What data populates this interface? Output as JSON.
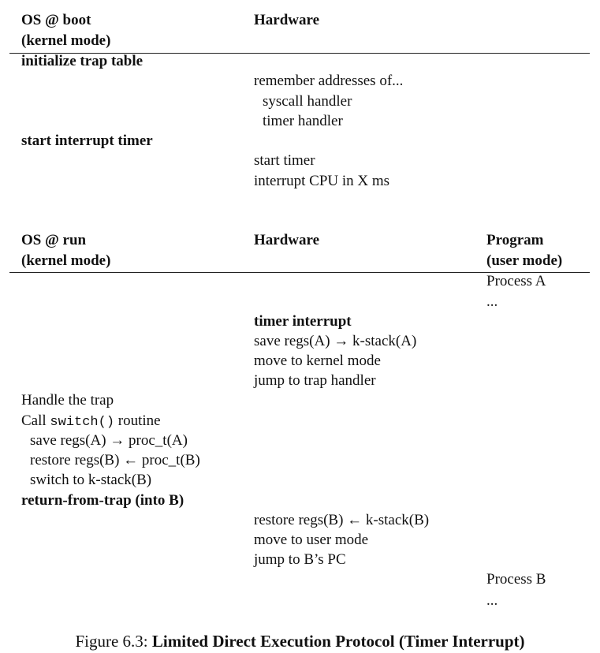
{
  "boot": {
    "header_os_line1": "OS @ boot",
    "header_os_line2": "(kernel mode)",
    "header_hw": "Hardware",
    "os_rows": [
      "initialize trap table",
      "start interrupt timer"
    ],
    "hw_rows": [
      "remember addresses of...",
      "syscall handler",
      "timer handler",
      "start timer",
      "interrupt CPU in X ms"
    ]
  },
  "run": {
    "header_os_line1": "OS @ run",
    "header_os_line2": "(kernel mode)",
    "header_hw": "Hardware",
    "header_prog_line1": "Program",
    "header_prog_line2": "(user mode)",
    "prog_rows": [
      "Process A",
      "...",
      "Process B",
      "..."
    ],
    "hw_rows_1": [
      "timer interrupt",
      "save regs(A) → k-stack(A)",
      "move to kernel mode",
      "jump to trap handler"
    ],
    "os_rows": {
      "handle": "Handle the trap",
      "call_prefix": "Call",
      "call_code": "switch()",
      "call_suffix": "routine",
      "save": "save regs(A) → proc_t(A)",
      "restore": "restore regs(B) ← proc_t(B)",
      "switch_stack": "switch to k-stack(B)",
      "return": "return-from-trap (into B)"
    },
    "hw_rows_2": [
      "restore regs(B) ← k-stack(B)",
      "move to user mode",
      "jump to B’s PC"
    ]
  },
  "caption": {
    "label": "Figure 6.3:",
    "title": "Limited Direct Execution Protocol (Timer Interrupt)"
  }
}
